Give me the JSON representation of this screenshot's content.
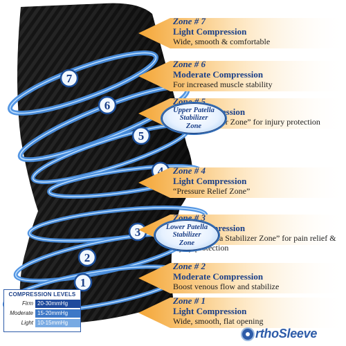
{
  "colors": {
    "zone_blue": "#1b3f87",
    "ring_blue": "#4a8fe0",
    "sleeve": "#161616",
    "callout_orange": "#f4a636"
  },
  "zones": [
    {
      "number": "7",
      "title": "Zone # 7",
      "strength": "Light Compression",
      "desc": "Wide, smooth & comfortable"
    },
    {
      "number": "6",
      "title": "Zone # 6",
      "strength": "Moderate Compression",
      "desc": "For increased muscle stability"
    },
    {
      "number": "5",
      "title": "Zone # 5",
      "strength": "Firm Compression",
      "desc": "“Knee Stabilizer Zone”  for injury protection"
    },
    {
      "number": "4",
      "title": "Zone # 4",
      "strength": "Light Compression",
      "desc": "“Pressure Relief Zone”"
    },
    {
      "number": "3",
      "title": "Zone # 3",
      "strength": "Firm Compression",
      "desc": "“Lower Patella Stabilizer Zone” for pain relief & injury protection"
    },
    {
      "number": "2",
      "title": "Zone # 2",
      "strength": "Moderate Compression",
      "desc": "Boost venous flow and stabilize"
    },
    {
      "number": "1",
      "title": "Zone # 1",
      "strength": "Light Compression",
      "desc": "Wide, smooth, flat opening"
    }
  ],
  "stabilizers": {
    "upper": {
      "line1": "Upper Patella",
      "line2": "Stabilizer",
      "line3": "Zone"
    },
    "lower": {
      "line1": "Lower Patella",
      "line2": "Stabilizer",
      "line3": "Zone"
    }
  },
  "legend": {
    "title": "COMPRESSION LEVELS",
    "rows": [
      {
        "label": "Firm",
        "value": "20-30mmHg",
        "color": "#1e4a9c"
      },
      {
        "label": "Moderate",
        "value": "15-20mmHg",
        "color": "#3d78c7"
      },
      {
        "label": "Light",
        "value": "10-15mmHg",
        "color": "#78aae3"
      }
    ]
  },
  "brand": {
    "logo_text": "rthoSleeve"
  }
}
